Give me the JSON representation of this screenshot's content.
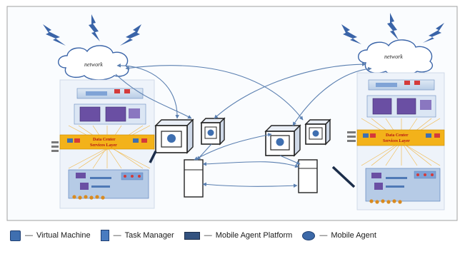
{
  "left_site": {
    "network_label": "network",
    "layer_label_line1": "Data Center",
    "layer_label_line2": "Services Layer"
  },
  "right_site": {
    "network_label": "network",
    "layer_label_line1": "Data Center",
    "layer_label_line2": "Services Layer"
  },
  "legend": {
    "virtual_machine": "Virtual Machine",
    "task_manager": "Task Manager",
    "mobile_agent_platform": "Mobile Agent Platform",
    "mobile_agent": "Mobile Agent"
  },
  "colors": {
    "primary_blue": "#3f6fb0",
    "dark_blue": "#1f3f72",
    "purple": "#6a4fa3",
    "amber": "#f3b21a",
    "frame": "#9a9a9a"
  }
}
